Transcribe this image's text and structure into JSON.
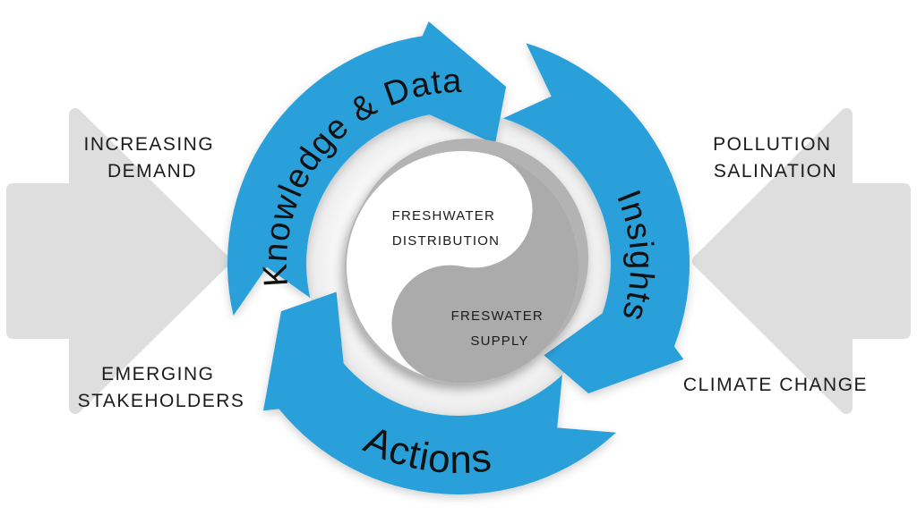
{
  "colors": {
    "cycle_blue": "#2aa0db",
    "side_arrow_gray": "#dedede",
    "yinyang_gray": "#ababab",
    "yinyang_outline_gray": "#b5b5b5",
    "crescent_gray": "#b3b3b3",
    "text_black": "#1b1b1b"
  },
  "cycle": {
    "stages": [
      {
        "label": "Knowledge & Data"
      },
      {
        "label": "Insights"
      },
      {
        "label": "Actions"
      }
    ]
  },
  "core": {
    "distribution": {
      "line1": "FRESHWATER",
      "line2": "DISTRIBUTION"
    },
    "supply": {
      "line1": "FRESWATER",
      "line2": "SUPPLY"
    }
  },
  "drivers": {
    "left_top": {
      "line1": "INCREASING",
      "line2": "DEMAND"
    },
    "left_bottom": {
      "line1": "EMERGING",
      "line2": "STAKEHOLDERS"
    },
    "right_top": {
      "line1": "POLLUTION",
      "line2": "SALINATION"
    },
    "right_bottom": {
      "line1": "CLIMATE CHANGE"
    }
  }
}
